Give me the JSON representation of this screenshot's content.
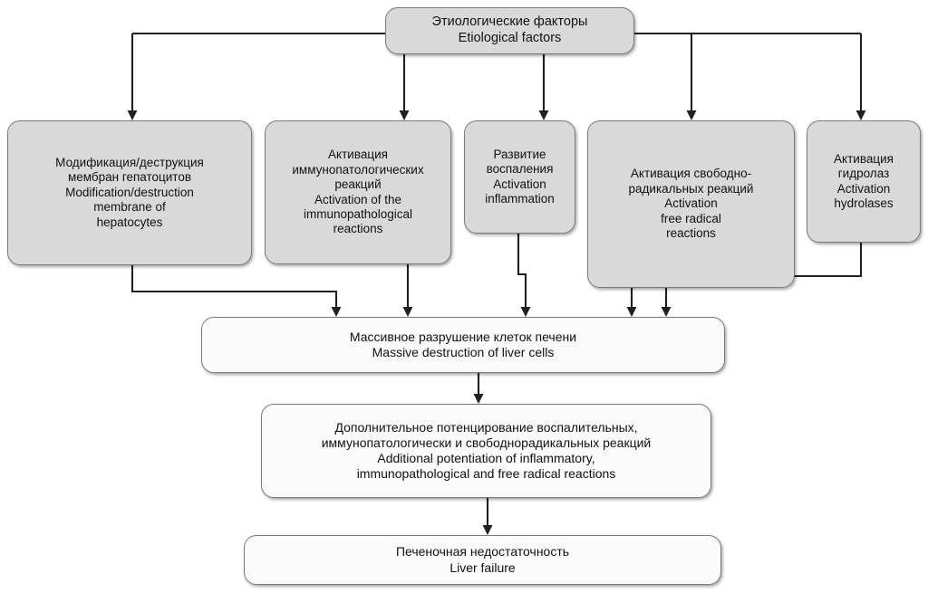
{
  "diagram": {
    "title_node": {
      "id": "etiological-factors",
      "text_ru": "Этиологические факторы",
      "text_en": "Etiological factors",
      "text": "Этиологические факторы\nEtiological factors",
      "fill": "#d9d9d9"
    },
    "row2": [
      {
        "id": "membrane-modification",
        "text_ru": "Модификация/деструкция\nмембран гепатоцитов",
        "text_en": "Modification/destruction\nmembrane of\nhepatocytes",
        "text": "Модификация/деструкция\nмембран гепатоцитов\nModification/destruction\nmembrane of\nhepatocytes",
        "fill": "#d9d9d9"
      },
      {
        "id": "immunopathological-activation",
        "text_ru": "Активация\nиммунопатологических\nреакций",
        "text_en": "Activation of the\nimmunopathological\nreactions",
        "text": "Активация\nиммунопатологических\nреакций\nActivation of the\nimmunopathological\nreactions",
        "fill": "#d9d9d9"
      },
      {
        "id": "inflammation-development",
        "text_ru": "Развитие\nвоспаления",
        "text_en": "Activation\ninflammation",
        "text": "Развитие\nвоспаления\nActivation\ninflammation",
        "fill": "#d9d9d9"
      },
      {
        "id": "free-radical-activation",
        "text_ru": "Активация свободно-\nрадикальных реакций",
        "text_en": "Activation\nfree radical\nreactions",
        "text": "Активация свободно-\nрадикальных реакций\nActivation\nfree radical\nreactions",
        "fill": "#d9d9d9"
      },
      {
        "id": "hydrolase-activation",
        "text_ru": "Активация\nгидролаз",
        "text_en": "Activation\nhydrolases",
        "text": "Активация\nгидролаз\nActivation\nhydrolases",
        "fill": "#d9d9d9"
      }
    ],
    "row3": {
      "id": "massive-destruction",
      "text_ru": "Массивное разрушение клеток печени",
      "text_en": "Massive destruction of liver cells",
      "text": "Массивное разрушение клеток печени\nMassive destruction of liver cells",
      "fill": "#fafafa"
    },
    "row4": {
      "id": "additional-potentiation",
      "text_ru": "Дополнительное потенцирование воспалительных,\nиммунопатологически и свободнорадикальных реакций",
      "text_en": "Additional potentiation of inflammatory,\nimmunopathological and free radical reactions",
      "text": "Дополнительное потенцирование воспалительных,\nиммунопатологически и свободнорадикальных реакций\nAdditional potentiation of inflammatory,\nimmunopathological and free radical reactions",
      "fill": "#fafafa"
    },
    "row5": {
      "id": "liver-failure",
      "text_ru": "Печеночная недостаточность",
      "text_en": "Liver failure",
      "text": "Печеночная недостаточность\nLiver failure",
      "fill": "#fafafa"
    },
    "style": {
      "shaded_fill": "#d9d9d9",
      "plain_fill": "#fafafa",
      "border_color": "#7b7b7b",
      "connector_color": "#231f20",
      "text_color": "#111111",
      "background": "#ffffff"
    }
  }
}
